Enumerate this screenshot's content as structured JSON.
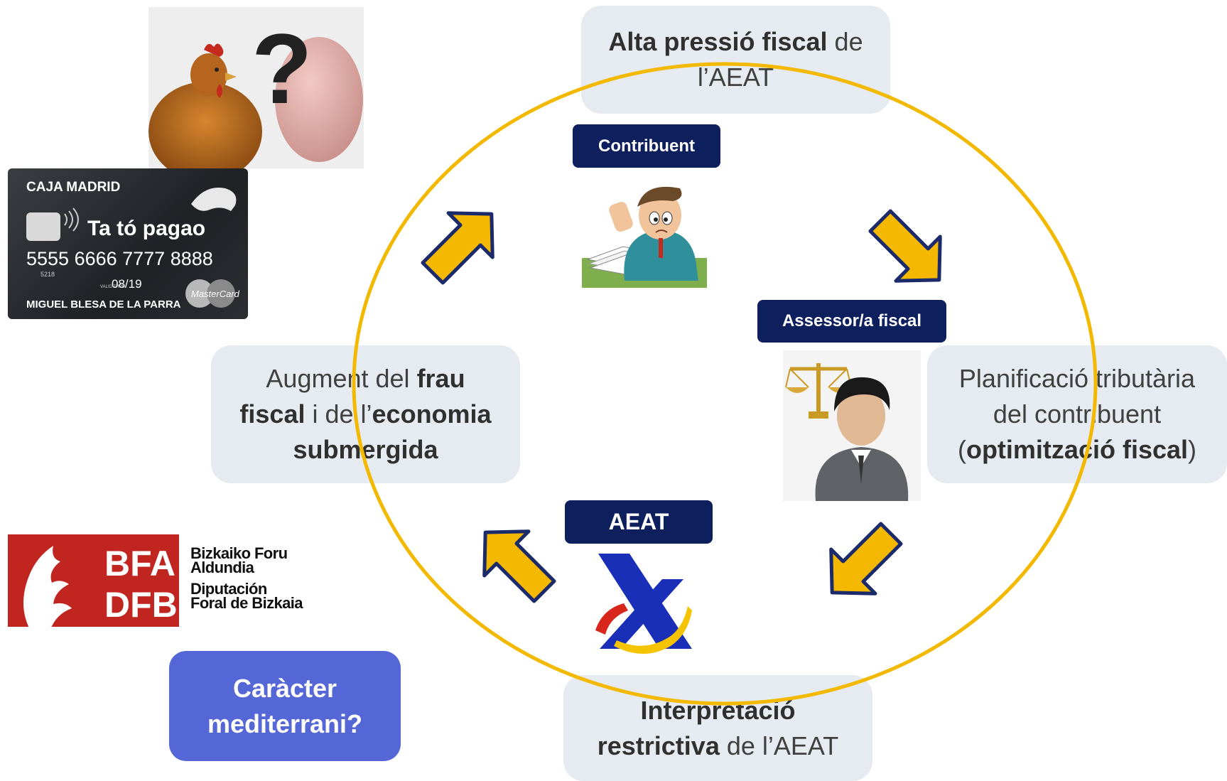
{
  "boxes": {
    "top": {
      "bold": "Alta pressió fiscal",
      "rest1": " de",
      "line2": "l’AEAT"
    },
    "right": {
      "line1": "Planificació tributària",
      "line2": "del contribuent",
      "open": "(",
      "bold": "optimització fiscal",
      "close": ")"
    },
    "bottom": {
      "bold1": "Interpretació",
      "bold2": "restrictiva",
      "rest2": " de l’AEAT"
    },
    "left": {
      "t1": "Augment del ",
      "b1": "frau",
      "b2": "fiscal",
      "t2": " i de l’",
      "b3": "economia",
      "b4": "submergida"
    }
  },
  "tags": {
    "contribuent": "Contribuent",
    "assessor": "Assessor/a fiscal",
    "aeat": "AEAT"
  },
  "question": {
    "line1": "Caràcter",
    "line2": "mediterrani?"
  },
  "card": {
    "bank": "CAJA MADRID",
    "slogan": "Ta tó pagao",
    "number": "5555 6666 7777 8888",
    "small_num": "5218",
    "valid_label": "VALID THRU",
    "expiry": "08/19",
    "holder": "MIGUEL BLESA DE LA PARRA",
    "brand": "MasterCard"
  },
  "bfa": {
    "line1": "BFA",
    "line2": "DFB",
    "name1": "Bizkaiko Foru",
    "name2": "Aldundia",
    "name3": "Diputación",
    "name4": "Foral de Bizkaia"
  },
  "chicken_egg": {
    "symbol": "?"
  },
  "colors": {
    "circle": "#f3b800",
    "arrow_fill": "#f5b800",
    "arrow_border": "#1b2a6b",
    "tag_bg": "#0d1f5c",
    "box_bg": "#e6ebf1",
    "question_bg": "#5566d6",
    "bfa_red": "#c0261f"
  }
}
